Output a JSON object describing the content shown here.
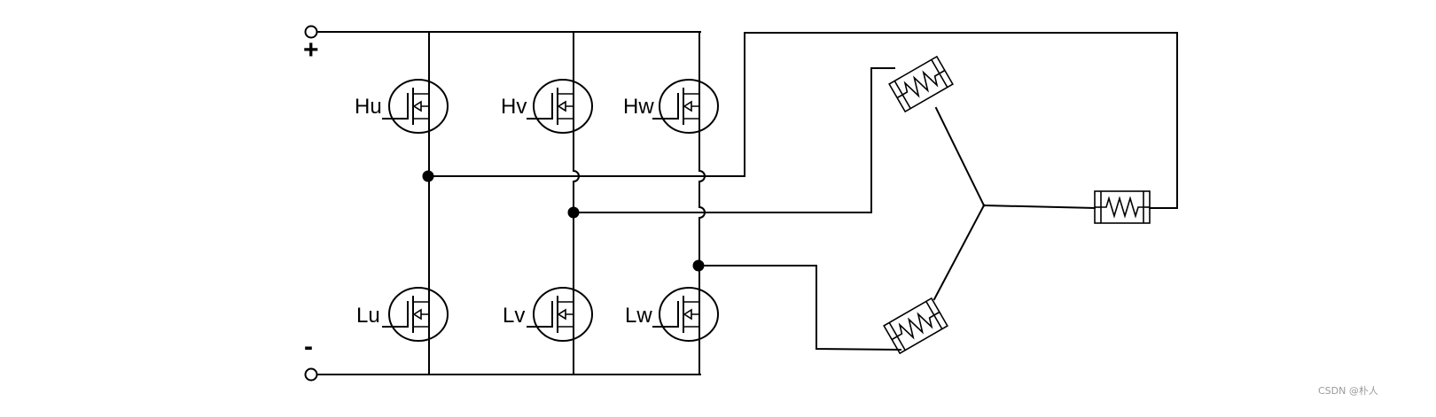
{
  "terminals": {
    "positive": "+",
    "negative": "-"
  },
  "transistors": {
    "hu": "Hu",
    "hv": "Hv",
    "hw": "Hw",
    "lu": "Lu",
    "lv": "Lv",
    "lw": "Lw"
  },
  "watermark": "CSDN @朴人",
  "colors": {
    "line": "#000000",
    "background": "#ffffff",
    "watermark": "#9a9a9a"
  }
}
